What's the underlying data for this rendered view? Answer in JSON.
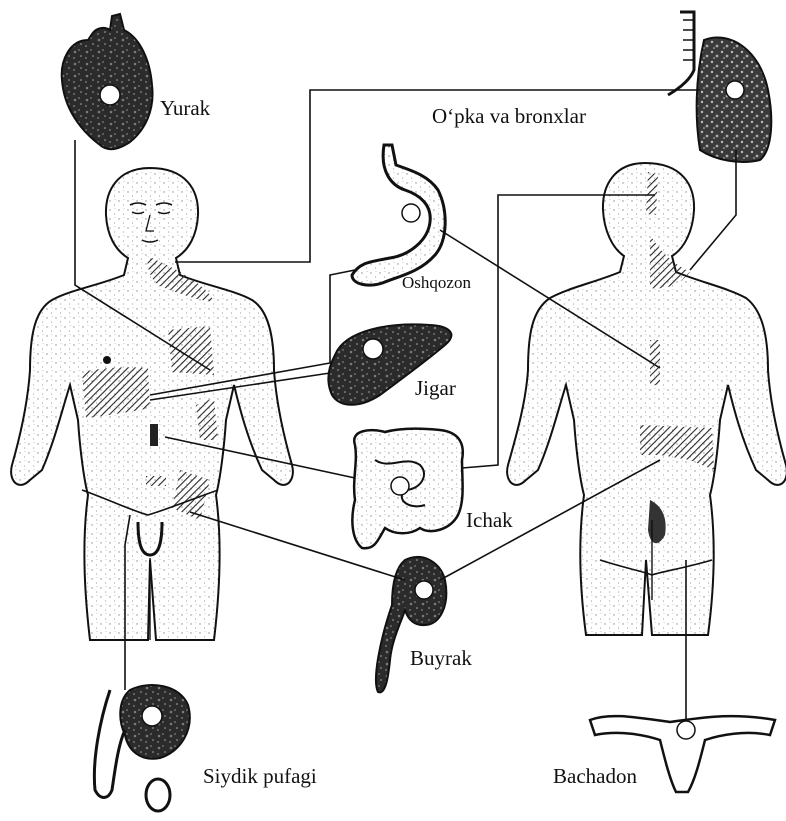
{
  "labels": {
    "heart": "Yurak",
    "lungs": "O‘pka va bronxlar",
    "stomach": "Oshqozon",
    "liver": "Jigar",
    "intestine": "Ichak",
    "kidney": "Buyrak",
    "bladder": "Siydik pufagi",
    "uterus": "Bachadon"
  },
  "colors": {
    "ink": "#111111",
    "organ_fill": "#2a2a2a",
    "skin_stipple": "#9a9a9a",
    "hatch": "#333333"
  }
}
